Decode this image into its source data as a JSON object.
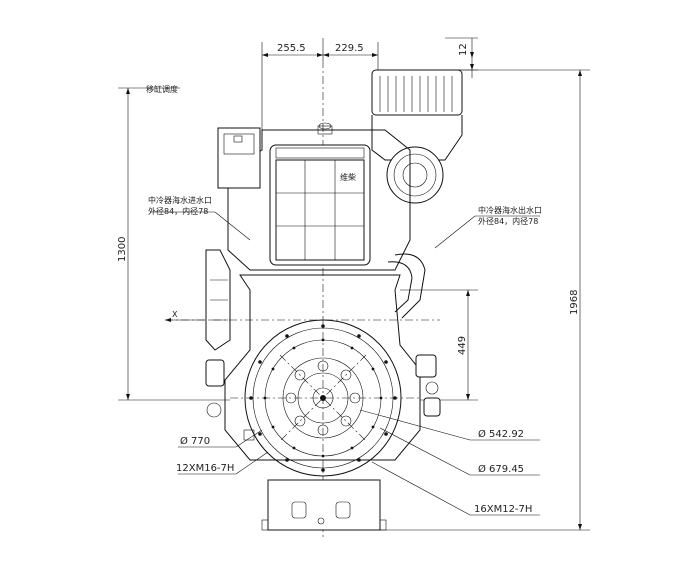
{
  "dimensions": {
    "top_left": "255.5",
    "top_right": "229.5",
    "top_small": "12",
    "height_total": "1968",
    "height_left": "1300",
    "height_mid": "449",
    "dia_770": "Ø 770",
    "dia_542": "Ø 542.92",
    "dia_679": "Ø 679.45",
    "thread_12": "12XM16-7H",
    "thread_16": "16XM12-7H"
  },
  "annotations": {
    "cylinder_top": "移缸调度",
    "inlet_title": "中冷器海水进水口",
    "inlet_dims": "外径84，内径78",
    "outlet_title": "中冷器海水出水口",
    "outlet_dims": "外径84，内径78",
    "nameplate": "维柴",
    "axis_x": "X"
  }
}
